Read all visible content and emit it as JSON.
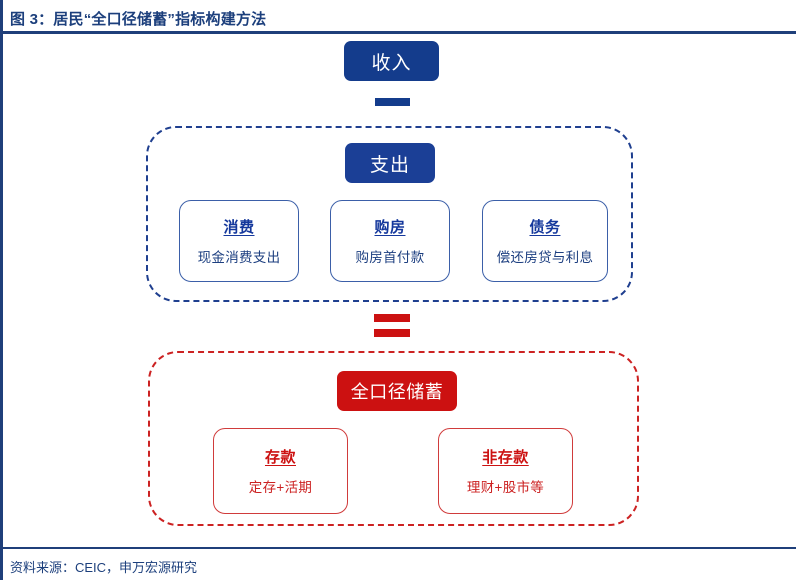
{
  "figure": {
    "title": "图 3：居民“全口径储蓄”指标构建方法",
    "source": "资料来源：CEIC，申万宏源研究"
  },
  "colors": {
    "brand_blue": "#1f3f7a",
    "box_blue": "#143c8c",
    "accent_red": "#cc1111",
    "card_blue_border": "#3b5fa8",
    "card_red_border": "#d03b3b"
  },
  "diagram": {
    "income": {
      "label": "收入"
    },
    "operator_minus": {
      "symbol": "−"
    },
    "operator_equals": {
      "symbol": "="
    },
    "expenditure": {
      "header": "支出",
      "items": [
        {
          "title": "消费",
          "sub": "现金消费支出"
        },
        {
          "title": "购房",
          "sub": "购房首付款"
        },
        {
          "title": "债务",
          "sub": "偿还房贷与利息"
        }
      ]
    },
    "savings": {
      "header": "全口径储蓄",
      "items": [
        {
          "title": "存款",
          "sub": "定存+活期"
        },
        {
          "title": "非存款",
          "sub": "理财+股市等"
        }
      ]
    }
  }
}
